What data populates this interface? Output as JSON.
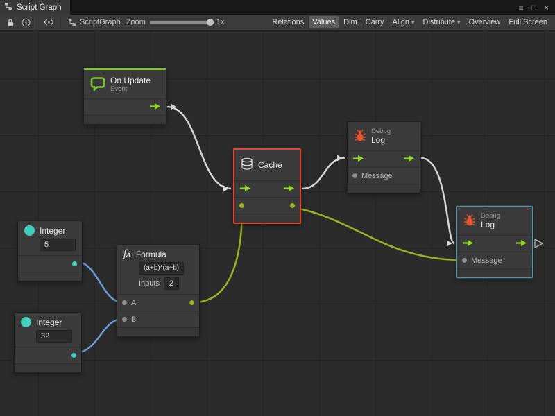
{
  "window": {
    "tab": "Script Graph",
    "controls": {
      "menu": "≡",
      "maximize": "□",
      "close": "×"
    }
  },
  "toolbar": {
    "graph_label": "ScriptGraph",
    "zoom_label": "Zoom",
    "zoom_value": "1x",
    "buttons": [
      {
        "label": "Relations"
      },
      {
        "label": "Values",
        "active": true
      },
      {
        "label": "Dim"
      },
      {
        "label": "Carry"
      },
      {
        "label": "Align",
        "has_dropdown": true
      },
      {
        "label": "Distribute",
        "has_dropdown": true
      },
      {
        "label": "Overview"
      },
      {
        "label": "Full Screen"
      }
    ]
  },
  "icons": {
    "chevron_down": "▾",
    "formula_fx": "fx"
  },
  "nodes": {
    "on_update": {
      "title": "On Update",
      "subtitle": "Event"
    },
    "cache": {
      "title": "Cache"
    },
    "debug_log_top": {
      "category": "Debug",
      "title": "Log",
      "message_label": "Message"
    },
    "debug_log_right": {
      "category": "Debug",
      "title": "Log",
      "message_label": "Message"
    },
    "integer_top": {
      "title": "Integer",
      "value": "5"
    },
    "integer_bottom": {
      "title": "Integer",
      "value": "32"
    },
    "formula": {
      "title": "Formula",
      "expression": "(a+b)*(a+b)",
      "inputs_label": "Inputs",
      "inputs_value": "2",
      "input_a": "A",
      "input_b": "B"
    }
  },
  "colors": {
    "event_green": "#7ec636",
    "flow_arrow_green": "#94d82a",
    "value_wire_olive": "#9fb322",
    "number_wire_blue": "#6f9ed6",
    "flow_wire_white": "#d6d6d6",
    "integer_teal": "#43cdbc",
    "selection_orange": "#e0492e",
    "focus_blue": "#5095b5",
    "debug_bug_orange": "#e8542e"
  }
}
